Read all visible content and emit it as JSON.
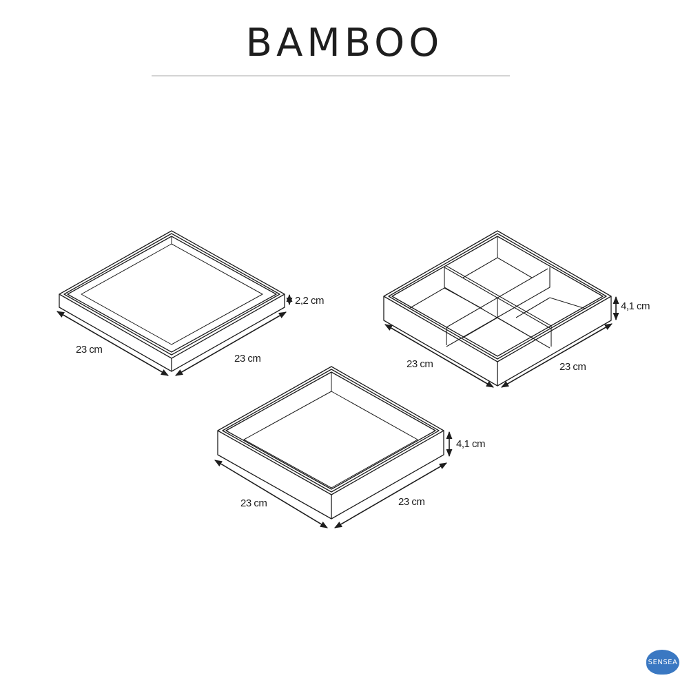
{
  "header": {
    "title": "BAMBOO"
  },
  "products": [
    {
      "name": "flat-tray",
      "width_label": "23 cm",
      "depth_label": "23 cm",
      "height_label": "2,2 cm"
    },
    {
      "name": "divided-tray",
      "compartments": 4,
      "width_label": "23 cm",
      "depth_label": "23 cm",
      "height_label": "4,1 cm"
    },
    {
      "name": "deep-tray",
      "width_label": "23 cm",
      "depth_label": "23 cm",
      "height_label": "4,1 cm"
    }
  ],
  "brand": {
    "logo_text": "SENSEA",
    "color": "#3a78c2"
  },
  "colors": {
    "line": "#1e1e1e",
    "background": "#ffffff",
    "rule": "#d4d4d4"
  }
}
